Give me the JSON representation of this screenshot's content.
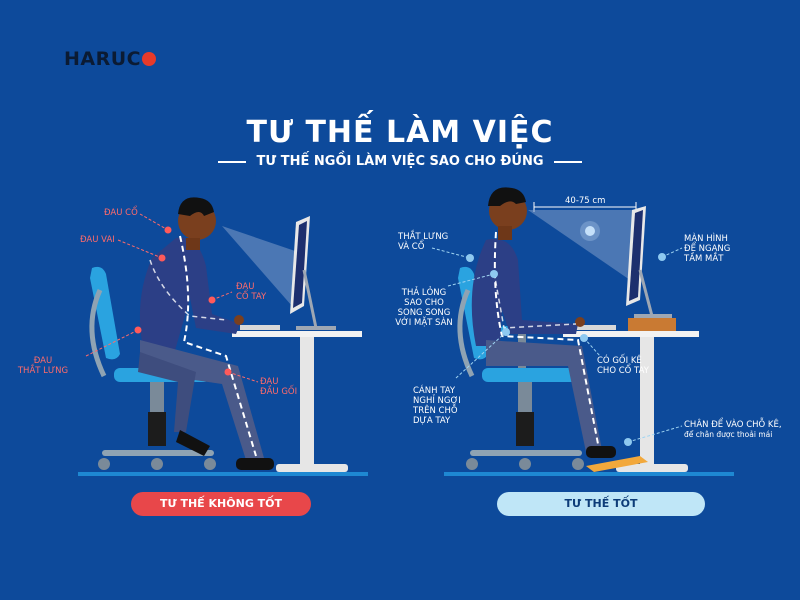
{
  "brand": {
    "name": "HARUC"
  },
  "header": {
    "title": "TƯ THẾ LÀM VIỆC",
    "subtitle": "TƯ THẾ NGỒI LÀM VIỆC SAO CHO ĐÚNG"
  },
  "bad_posture": {
    "badge": "TƯ THẾ KHÔNG TỐT",
    "labels": {
      "neck": "ĐAU CỔ",
      "shoulder": "ĐAU VAI",
      "wrist_1": "ĐAU",
      "wrist_2": "CỔ TAY",
      "back_1": "ĐAU",
      "back_2": "THẮT LƯNG",
      "knee_1": "ĐAU",
      "knee_2": "ĐẦU GỐI"
    }
  },
  "good_posture": {
    "badge": "TƯ THẾ TỐT",
    "distance": "40-75 cm",
    "labels": {
      "back_1": "THẮT LƯNG",
      "back_2": "VÀ CỔ",
      "shoulder_1": "THẢ LỎNG",
      "shoulder_2": "SAO CHO",
      "shoulder_3": "SONG SONG",
      "shoulder_4": "VỚI MẶT SÀN",
      "arm_1": "CÁNH TAY",
      "arm_2": "NGHỈ NGƠI",
      "arm_3": "TRÊN CHỖ",
      "arm_4": "DỰA TAY",
      "wrist_1": "CÓ GỐI KÊ",
      "wrist_2": "CHO CỔ TAY",
      "monitor_1": "MÀN HÌNH",
      "monitor_2": "ĐỂ NGANG",
      "monitor_3": "TẦM MẮT",
      "feet_1": "CHÂN ĐỂ VÀO CHỖ KÊ,",
      "feet_2": "để chân được thoải mái"
    }
  },
  "colors": {
    "background": "#0d4a9b",
    "bad_accent": "#e8474a",
    "good_accent": "#bfe6f7",
    "chair": "#2aa3e0",
    "suit": "#2c3f86",
    "brand_dot": "#e63a2a"
  }
}
